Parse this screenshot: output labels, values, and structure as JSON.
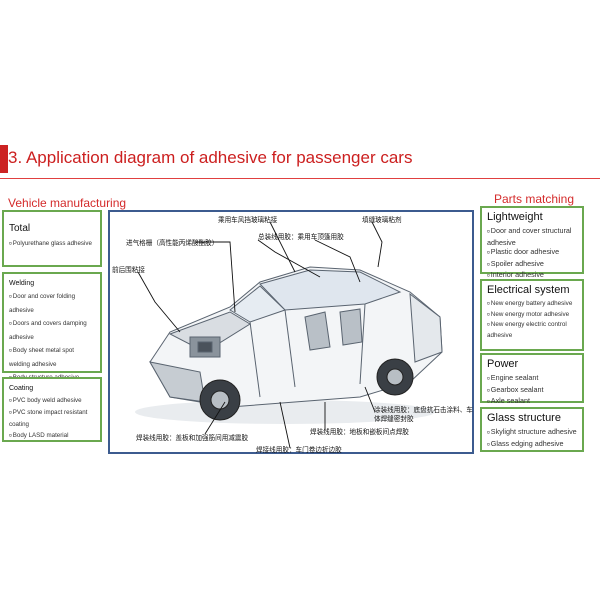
{
  "title": "3. Application diagram of adhesive for passenger cars",
  "left_section": "Vehicle manufacturing",
  "right_section": "Parts matching",
  "left_boxes": [
    {
      "title": "Total",
      "items": [
        "Polyurethane glass adhesive"
      ]
    },
    {
      "title": "Welding",
      "items": [
        "Door and cover folding adhesive",
        "Doors and covers damping adhesive",
        "Body sheet metal spot welding adhesive",
        "Body structure adhesive"
      ]
    },
    {
      "title": "Coating",
      "items": [
        "PVC body weld adhesive",
        "PVC stone impact resistant coating",
        "Body LASD material"
      ]
    }
  ],
  "right_boxes": [
    {
      "title": "Lightweight",
      "items": [
        "Door and cover structural adhesive",
        "Plastic door adhesive",
        "Spoiler adhesive",
        "Interior adhesive"
      ]
    },
    {
      "title": "Electrical system",
      "items": [
        "New energy battery adhesive",
        "New energy motor adhesive",
        "New energy electric control adhesive"
      ]
    },
    {
      "title": "Power",
      "items": [
        "Engine sealant",
        "Gearbox sealant",
        "Axle sealant"
      ]
    },
    {
      "title": "Glass structure",
      "items": [
        "Skylight structure adhesive",
        "Glass edging adhesive"
      ]
    }
  ],
  "callouts": [
    "乘用车风挡玻璃粘接",
    "填缝玻璃粘剂",
    "进气格栅（高性能丙烯酸酯胶）",
    "总装线用胶：乘用车顶篷用胶",
    "前后围粘接",
    "涂装线用胶：底盘抗石击涂料、车体焊缝密封胶",
    "焊装线用胶：盖板和加强筋间用减震胶",
    "焊装线用胶：地板和嵌板间点焊胶",
    "焊接线用胶：车门卷边折边胶"
  ],
  "bullet_glyph": "¤",
  "colors": {
    "accent": "#cc1f1f",
    "box_border": "#6aa84f",
    "diagram_border": "#3c5b8f"
  }
}
